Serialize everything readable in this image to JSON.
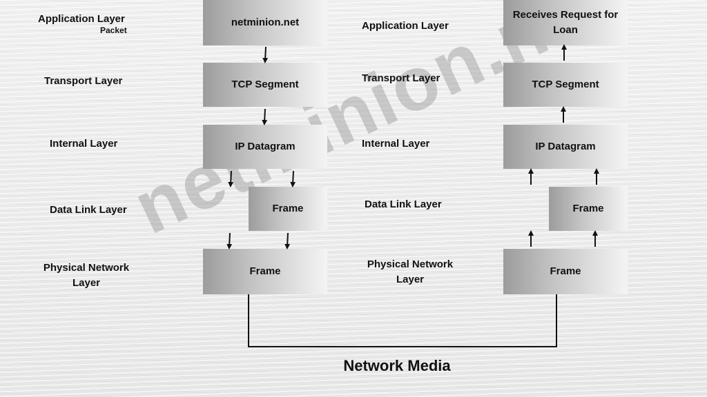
{
  "left_labels": {
    "application": "Application Layer",
    "packet": "Packet",
    "transport": "Transport Layer",
    "internal": "Internal Layer",
    "datalink": "Data Link Layer",
    "physical": "Physical Network Layer"
  },
  "right_labels": {
    "application": "Application Layer",
    "transport": "Transport Layer",
    "internal": "Internal Layer",
    "datalink": "Data Link Layer",
    "physical": "Physical Network Layer"
  },
  "sender": {
    "application": "netminion.net",
    "transport": "TCP Segment",
    "internal": "IP Datagram",
    "datalink": "Frame",
    "physical": "Frame"
  },
  "receiver": {
    "application": "Receives Request for Loan",
    "transport": "TCP Segment",
    "internal": "IP Datagram",
    "datalink": "Frame",
    "physical": "Frame"
  },
  "network_media": "Network Media",
  "watermark": "netminion.net"
}
